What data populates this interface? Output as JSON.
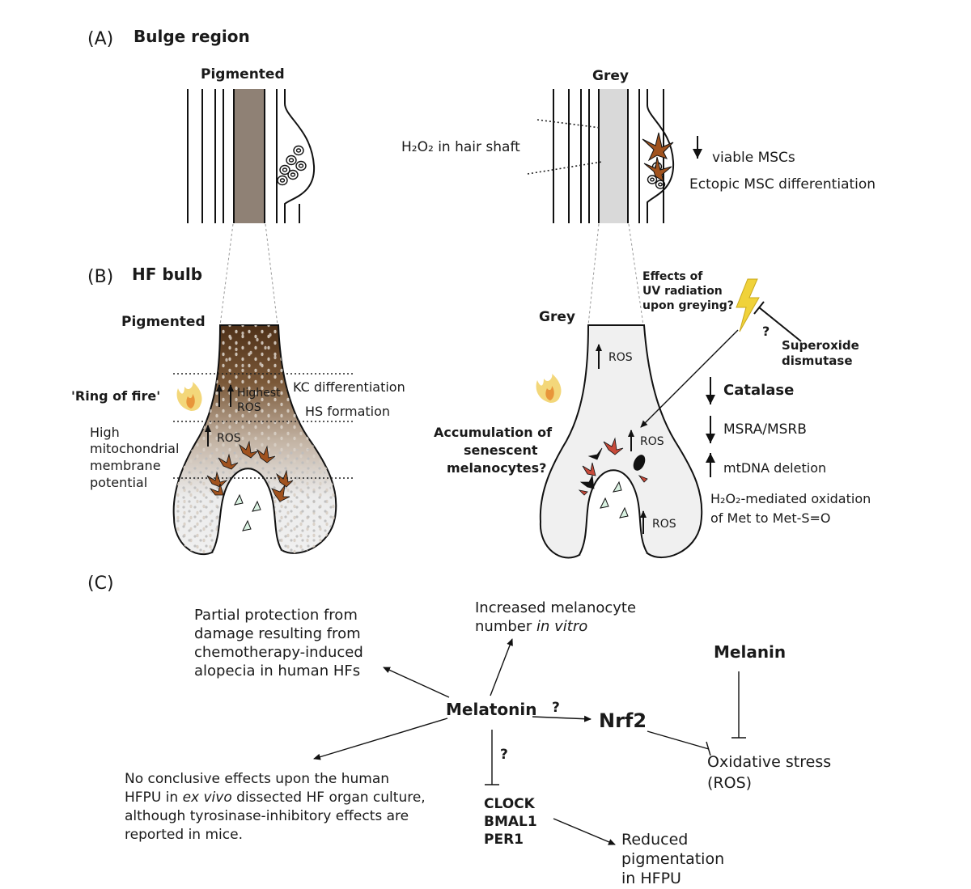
{
  "panel_a": {
    "letter": "(A)",
    "title": "Bulge region",
    "pigmented": "Pigmented",
    "grey": "Grey",
    "h2o2_shaft": "H₂O₂ in hair shaft",
    "viable_mscs": "viable MSCs",
    "ectopic": "Ectopic MSC differentiation"
  },
  "panel_b": {
    "letter": "(B)",
    "title": "HF bulb",
    "pigmented": "Pigmented",
    "grey": "Grey",
    "ring_of_fire": "'Ring of fire'",
    "highest": "Highest",
    "ros": "ROS",
    "kc_diff": "KC differentiation",
    "hs_formation": "HS formation",
    "high_mito": [
      "High",
      "mitochondrial",
      "membrane",
      "potential"
    ],
    "accumulation": [
      "Accumulation of",
      "senescent",
      "melanocytes?"
    ],
    "uv": [
      "Effects of",
      "UV radiation",
      "upon greying?"
    ],
    "question": "?",
    "sod": [
      "Superoxide",
      "dismutase"
    ],
    "catalase": "Catalase",
    "msra": "MSRA/MSRB",
    "mtdna": "mtDNA deletion",
    "h2o2_ox": [
      "H₂O₂-mediated oxidation",
      "of Met to Met-S=O"
    ]
  },
  "panel_c": {
    "letter": "(C)",
    "partial": [
      "Partial protection from",
      "damage resulting from",
      "chemotherapy-induced",
      "alopecia in human HFs"
    ],
    "increased_1": "Increased melanocyte",
    "increased_2a": "number ",
    "increased_2b": "in vitro",
    "melanin": "Melanin",
    "melatonin": "Melatonin",
    "q1": "?",
    "q2": "?",
    "nrf2": "Nrf2",
    "oxidative": [
      "Oxidative stress",
      "(ROS)"
    ],
    "no_conclusive_1": "No conclusive effects upon the human",
    "no_conclusive_2a": "HFPU in ",
    "no_conclusive_2b": "ex vivo",
    "no_conclusive_2c": " dissected HF organ culture,",
    "no_conclusive_3": "although tyrosinase-inhibitory effects are",
    "no_conclusive_4": "reported in mice.",
    "clock": [
      "CLOCK",
      "BMAL1",
      "PER1"
    ],
    "reduced": [
      "Reduced",
      "pigmentation",
      "in HFPU"
    ]
  },
  "colors": {
    "pigmented_shaft": "#8f8175",
    "grey_shaft": "#d9d9d9",
    "bulb_top": "#4e3018",
    "bulb_fill": "#f0f0f0",
    "melanocyte": "#a0521e",
    "flame_outer": "#f3d77a",
    "flame_inner": "#e8953a",
    "lightning": "#f0d23a"
  }
}
